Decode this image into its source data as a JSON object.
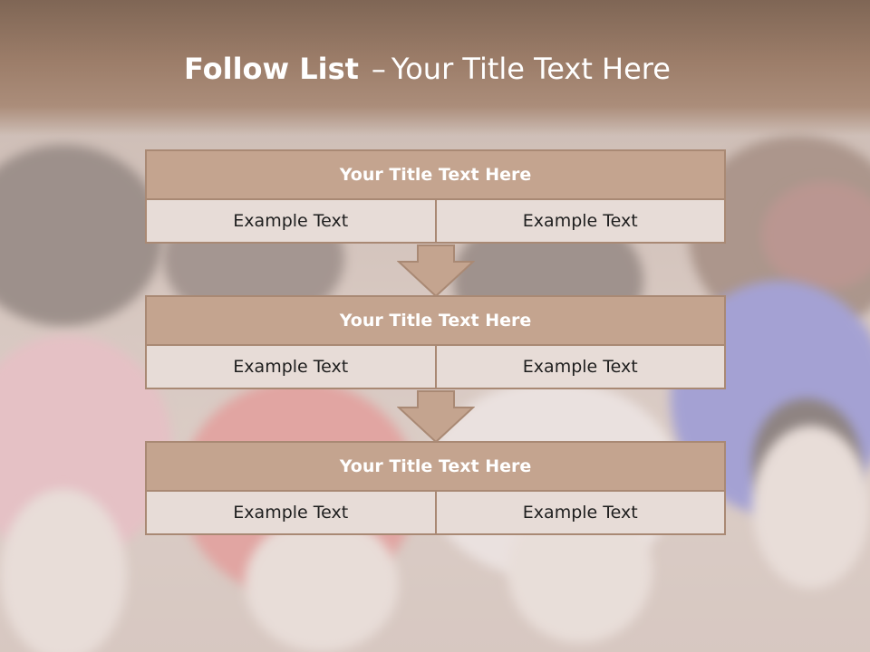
{
  "colors": {
    "title_band": "#9c7d69",
    "box_header": "#c4a48f",
    "box_border": "#a98974",
    "box_cell": "#e7dcd7",
    "arrow_fill": "#c4a48f"
  },
  "title": {
    "bold_part": "Follow List",
    "separator": "–",
    "rest": "Your Title Text Here"
  },
  "blocks": [
    {
      "header": "Your Title Text Here",
      "left": "Example Text",
      "right": "Example Text"
    },
    {
      "header": "Your Title Text Here",
      "left": "Example Text",
      "right": "Example Text"
    },
    {
      "header": "Your Title Text Here",
      "left": "Example Text",
      "right": "Example Text"
    }
  ],
  "background": {
    "subject": "mannequin heads wearing colored wigs",
    "wig_colors": [
      "#e9a8b8",
      "#e06a6a",
      "#f4f0f2",
      "#5a63d8",
      "#3a302e"
    ]
  }
}
